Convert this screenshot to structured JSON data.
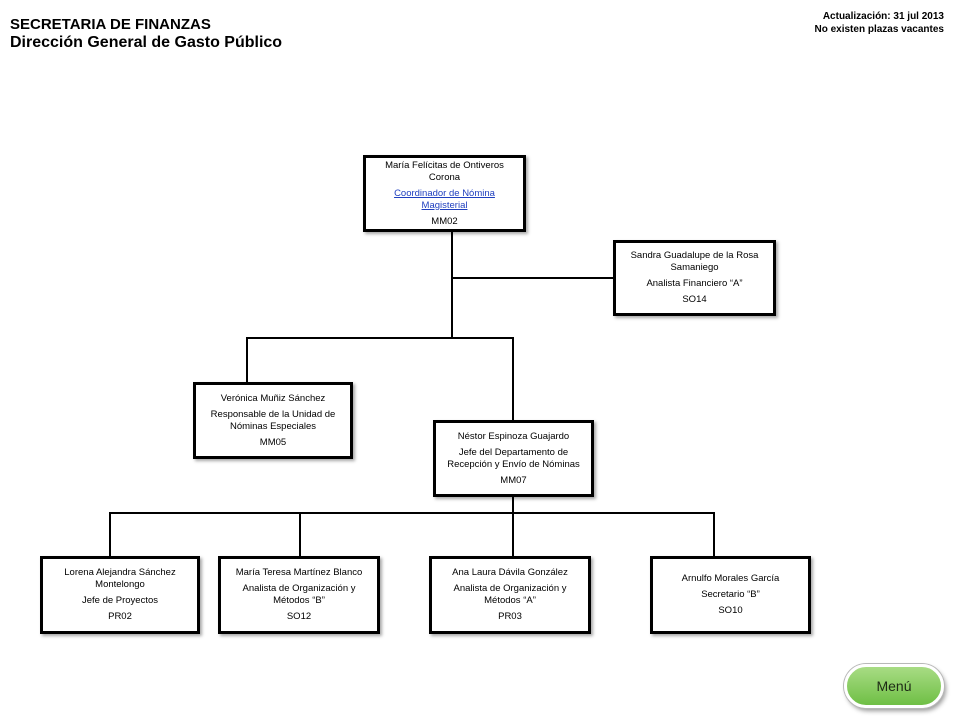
{
  "header": {
    "org": "SECRETARIA DE FINANZAS",
    "department": "Dirección General de Gasto Público",
    "update": "Actualización: 31 jul 2013",
    "vacancies": "No existen plazas vacantes"
  },
  "nodes": {
    "coordinator": {
      "name": "María Felícitas de Ontiveros Corona",
      "role": "Coordinador de Nómina Magisterial",
      "code": "MM02"
    },
    "financial_analyst": {
      "name": "Sandra Guadalupe de la Rosa Samaniego",
      "role": "Analista Financiero “A”",
      "code": "SO14"
    },
    "special_payroll": {
      "name": "Verónica Muñiz Sánchez",
      "role": "Responsable de la Unidad de Nóminas Especiales",
      "code": "MM05"
    },
    "reception_head": {
      "name": "Néstor Espinoza Guajardo",
      "role": "Jefe del Departamento de Recepción y Envío de Nóminas",
      "code": "MM07"
    },
    "projects_head": {
      "name": "Lorena Alejandra Sánchez Montelongo",
      "role": "Jefe de Proyectos",
      "code": "PR02"
    },
    "analyst_b": {
      "name": "María Teresa Martínez Blanco",
      "role": "Analista de Organización y Métodos “B”",
      "code": "SO12"
    },
    "analyst_a": {
      "name": "Ana Laura Dávila González",
      "role": "Analista de Organización y Métodos “A”",
      "code": "PR03"
    },
    "secretary": {
      "name": "Arnulfo Morales García",
      "role": "Secretario “B”",
      "code": "SO10"
    }
  },
  "menu": {
    "label": "Menú"
  }
}
